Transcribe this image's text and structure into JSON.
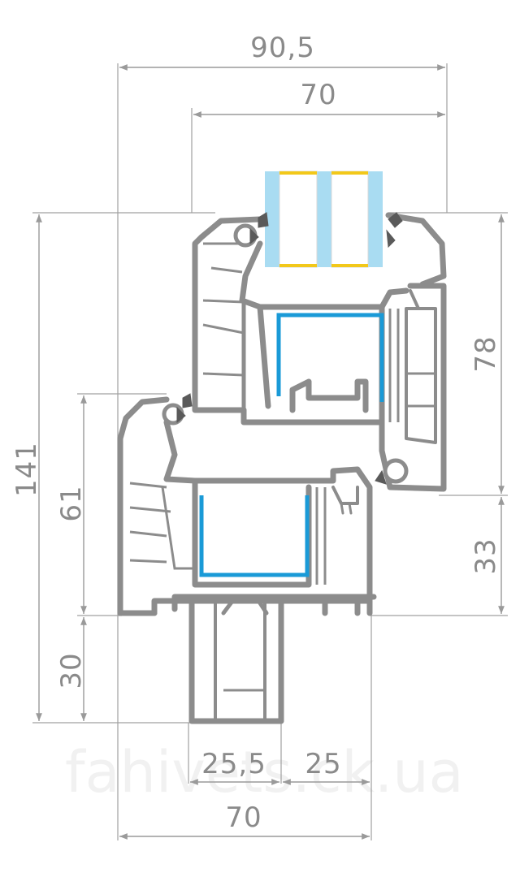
{
  "colors": {
    "profile": "#8c8c8c",
    "profile_fill": "#ffffff",
    "reinforcement": "#1a9ad7",
    "glass": "#a9dcf2",
    "spacer": "#f2c81a",
    "dimension": "#9a9a9a",
    "text": "#8a8a8a",
    "watermark": "#f1f1f1"
  },
  "dimensions": {
    "top_width_total": "90,5",
    "top_width_sash": "70",
    "left_height_total": "141",
    "left_height_frame": "61",
    "left_height_bottom": "30",
    "right_height_sash": "78",
    "right_height_lower": "33",
    "bottom_left_width": "25,5",
    "bottom_right_width": "25",
    "bottom_width_total": "70"
  },
  "watermark": "fahivets.ck.ua"
}
